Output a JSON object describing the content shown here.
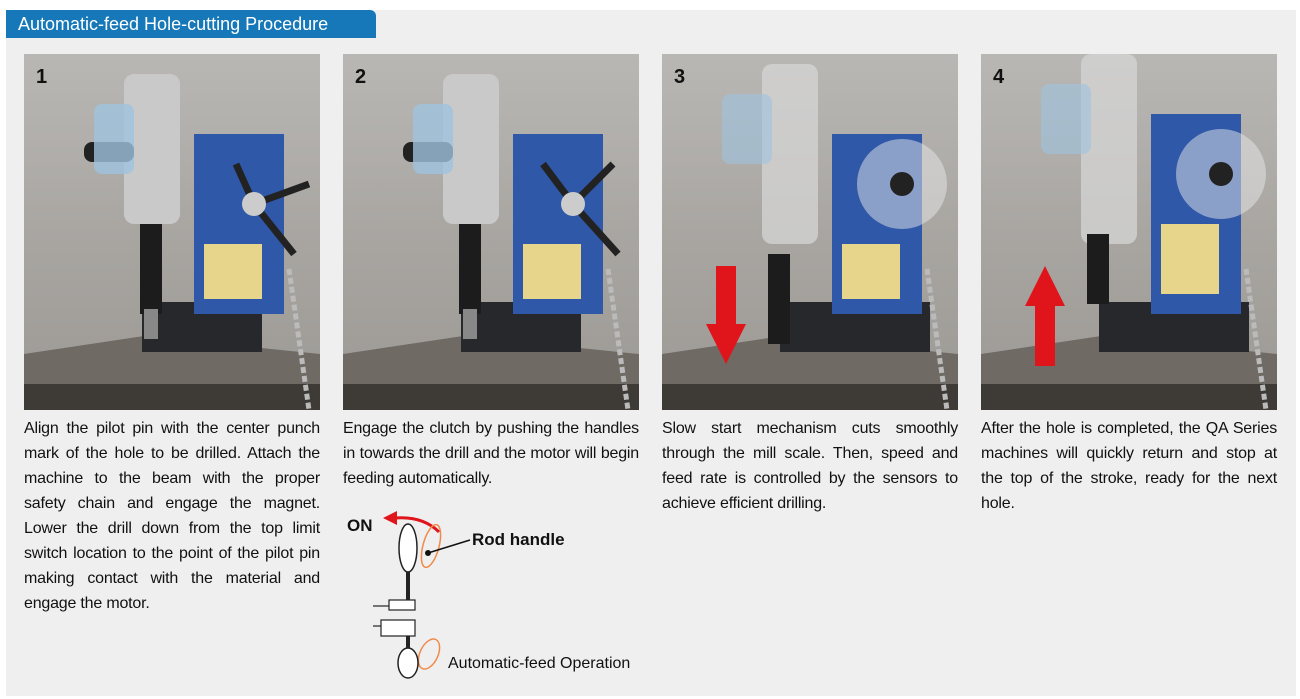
{
  "section": {
    "title": "Automatic-feed Hole-cutting Procedure"
  },
  "steps": [
    {
      "number": "1",
      "text": "Align the pilot pin with the center punch mark of the hole to be drilled. Attach the machine to the beam with the proper safety chain and engage the magnet. Lower the drill down from the top limit switch location to the point of the pilot pin making contact with the material and engage the motor."
    },
    {
      "number": "2",
      "text": "Engage the clutch by pushing the handles in towards the drill and the motor will begin feeding automatically."
    },
    {
      "number": "3",
      "text": "Slow start mechanism cuts smoothly through the mill scale. Then, speed and feed rate is controlled by the sensors to achieve efficient drilling."
    },
    {
      "number": "4",
      "text": "After the hole is completed, the QA Series machines will quickly return and stop at the top of the stroke, ready for the next hole."
    }
  ],
  "diagram": {
    "on_label": "ON",
    "rod_label": "Rod handle",
    "caption": "Automatic-feed Operation"
  },
  "colors": {
    "title_bar": "#1678b8",
    "arrow": "#e0141b",
    "machine_body": "#2f58a8",
    "panel_bg": "#efefef"
  }
}
